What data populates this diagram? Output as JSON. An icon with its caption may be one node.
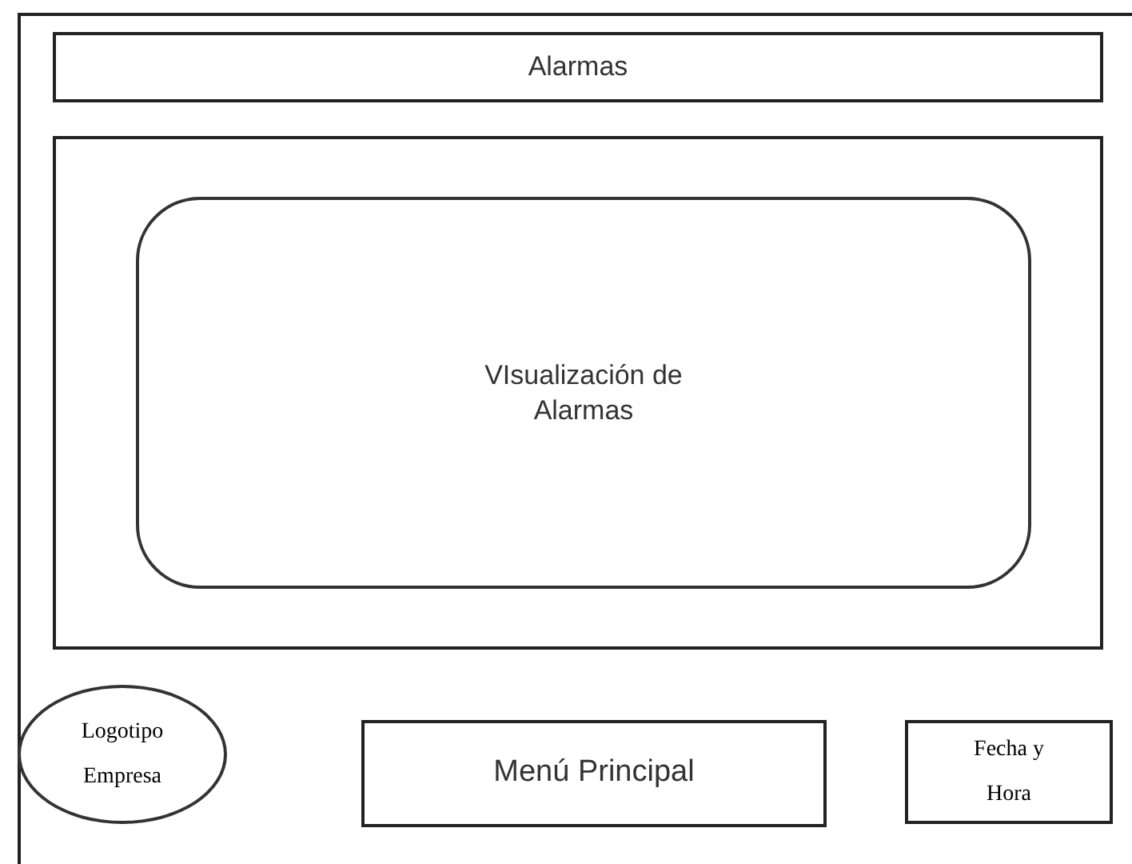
{
  "diagram": {
    "nodes": [
      {
        "text": [],
        "shape": "box"
      },
      {
        "text": [
          "Alarmas"
        ],
        "in": 0
      },
      {
        "text": [],
        "shape": "box",
        "in": 0
      },
      {
        "text": [
          "VIsualización de Alarmas"
        ],
        "in": 2
      },
      {
        "text": [
          "Logotipo Empresa"
        ],
        "in": 0
      },
      {
        "text": [
          "Menú Principal"
        ],
        "in": 0
      },
      {
        "text": [
          "Fecha y Hora"
        ],
        "in": 0
      }
    ]
  }
}
